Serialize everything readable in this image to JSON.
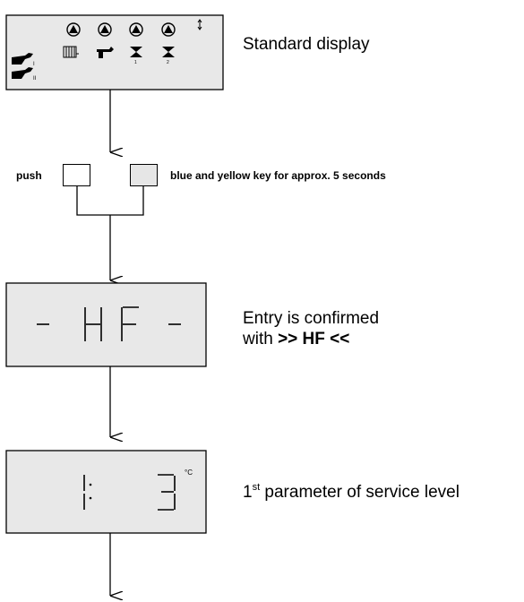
{
  "steps": {
    "standard": {
      "label": "Standard display"
    },
    "push": {
      "prefix": "push",
      "suffix": "blue and yellow  key  for approx. 5 seconds",
      "blue_key_color": "#ffffff",
      "yellow_key_color": "#e6e6e6"
    },
    "hf": {
      "lcd_text": "-HF-",
      "line1": "Entry is confirmed",
      "line2_prefix": "with ",
      "line2_bold": ">> HF <<"
    },
    "param": {
      "lcd_text": "1: 3",
      "unit": "°C",
      "ordinal_number": "1",
      "ordinal_suffix": "st",
      "rest": " parameter of service level"
    }
  },
  "icons": [
    "pump-icon",
    "radiator-icon",
    "tap-icon",
    "fan-icon",
    "hand-icon"
  ],
  "colors": {
    "lcd_background": "#e8e8e8",
    "line": "#000000"
  }
}
